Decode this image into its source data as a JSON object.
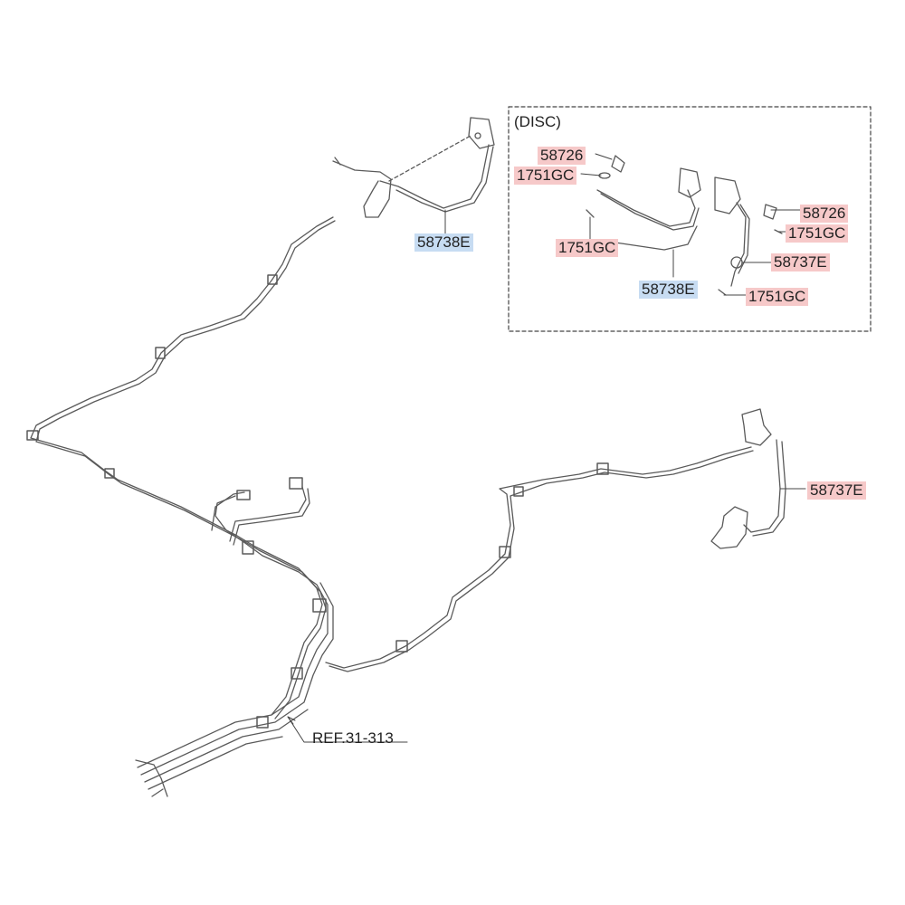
{
  "inset_title": "(DISC)",
  "labels": {
    "main_top_hose": "58738E",
    "main_right_hose": "58737E",
    "ref": "REF.31-313",
    "inset_bolt_left": "58726",
    "inset_gasket_left_top": "1751GC",
    "inset_gasket_left_bottom": "1751GC",
    "inset_hose_left": "58738E",
    "inset_bolt_right": "58726",
    "inset_gasket_right_top": "1751GC",
    "inset_hose_right": "58737E",
    "inset_gasket_right_bottom": "1751GC"
  },
  "colors": {
    "part_highlight": "#f6c9c9",
    "ref_highlight": "#c7dcf2",
    "line": "#555555"
  }
}
